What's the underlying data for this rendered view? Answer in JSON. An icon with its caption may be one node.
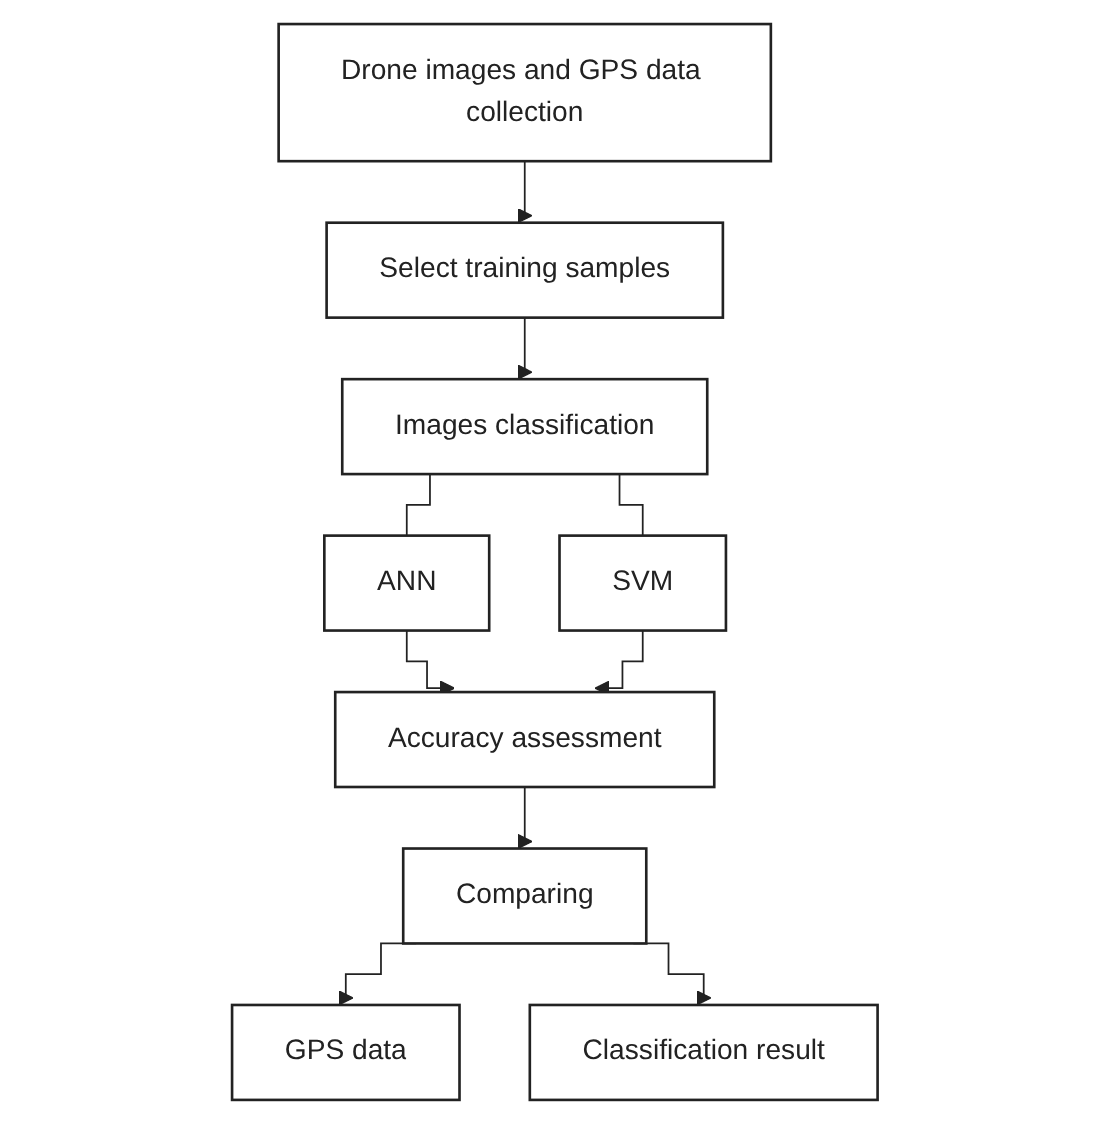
{
  "diagram": {
    "nodes": [
      {
        "text": [
          "Drone images and GPS data collection"
        ]
      },
      {
        "text": [
          "Select training samples"
        ]
      },
      {
        "text": [
          "Images classification"
        ]
      },
      {
        "text": [
          "ANN"
        ]
      },
      {
        "text": [
          "SVM"
        ]
      },
      {
        "text": [
          "Accuracy assessment"
        ]
      },
      {
        "text": [
          "Comparing"
        ]
      },
      {
        "text": [
          "GPS data"
        ]
      },
      {
        "text": [
          "Classification result"
        ]
      }
    ],
    "edges": [
      {
        "from": 0,
        "to": 1,
        "arrow": "to"
      },
      {
        "from": 1,
        "to": 2,
        "arrow": "to"
      },
      {
        "from": 2,
        "to": 3,
        "arrow": "none"
      },
      {
        "from": 2,
        "to": 4,
        "arrow": "none"
      },
      {
        "from": 3,
        "to": 5,
        "arrow": "to"
      },
      {
        "from": 4,
        "to": 5,
        "arrow": "to"
      },
      {
        "from": 5,
        "to": 6,
        "arrow": "to"
      },
      {
        "from": 6,
        "to": 7,
        "arrow": "to"
      },
      {
        "from": 6,
        "to": 8,
        "arrow": "to"
      }
    ]
  }
}
